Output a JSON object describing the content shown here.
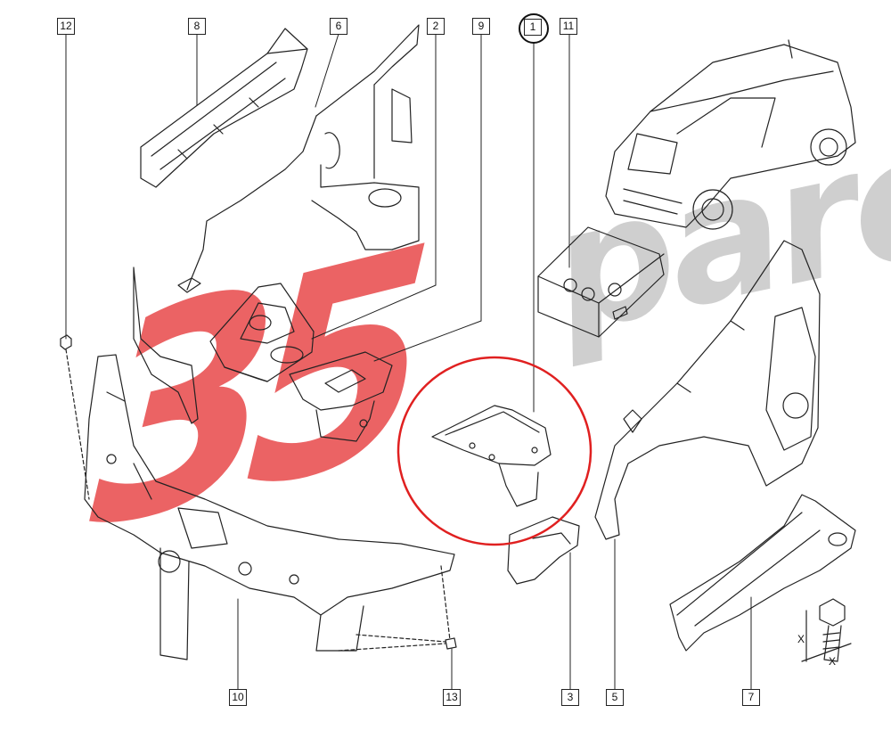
{
  "diagram": {
    "callouts": [
      "12",
      "8",
      "6",
      "2",
      "9",
      "1",
      "11",
      "10",
      "13",
      "3",
      "5",
      "7"
    ],
    "highlighted_callout": "1",
    "dimension_label": "X"
  },
  "watermark": {
    "digits": "35",
    "word": "pare",
    "red": "#e8484a",
    "grey": "#c9c9c9"
  },
  "highlight_color": "#e02020"
}
